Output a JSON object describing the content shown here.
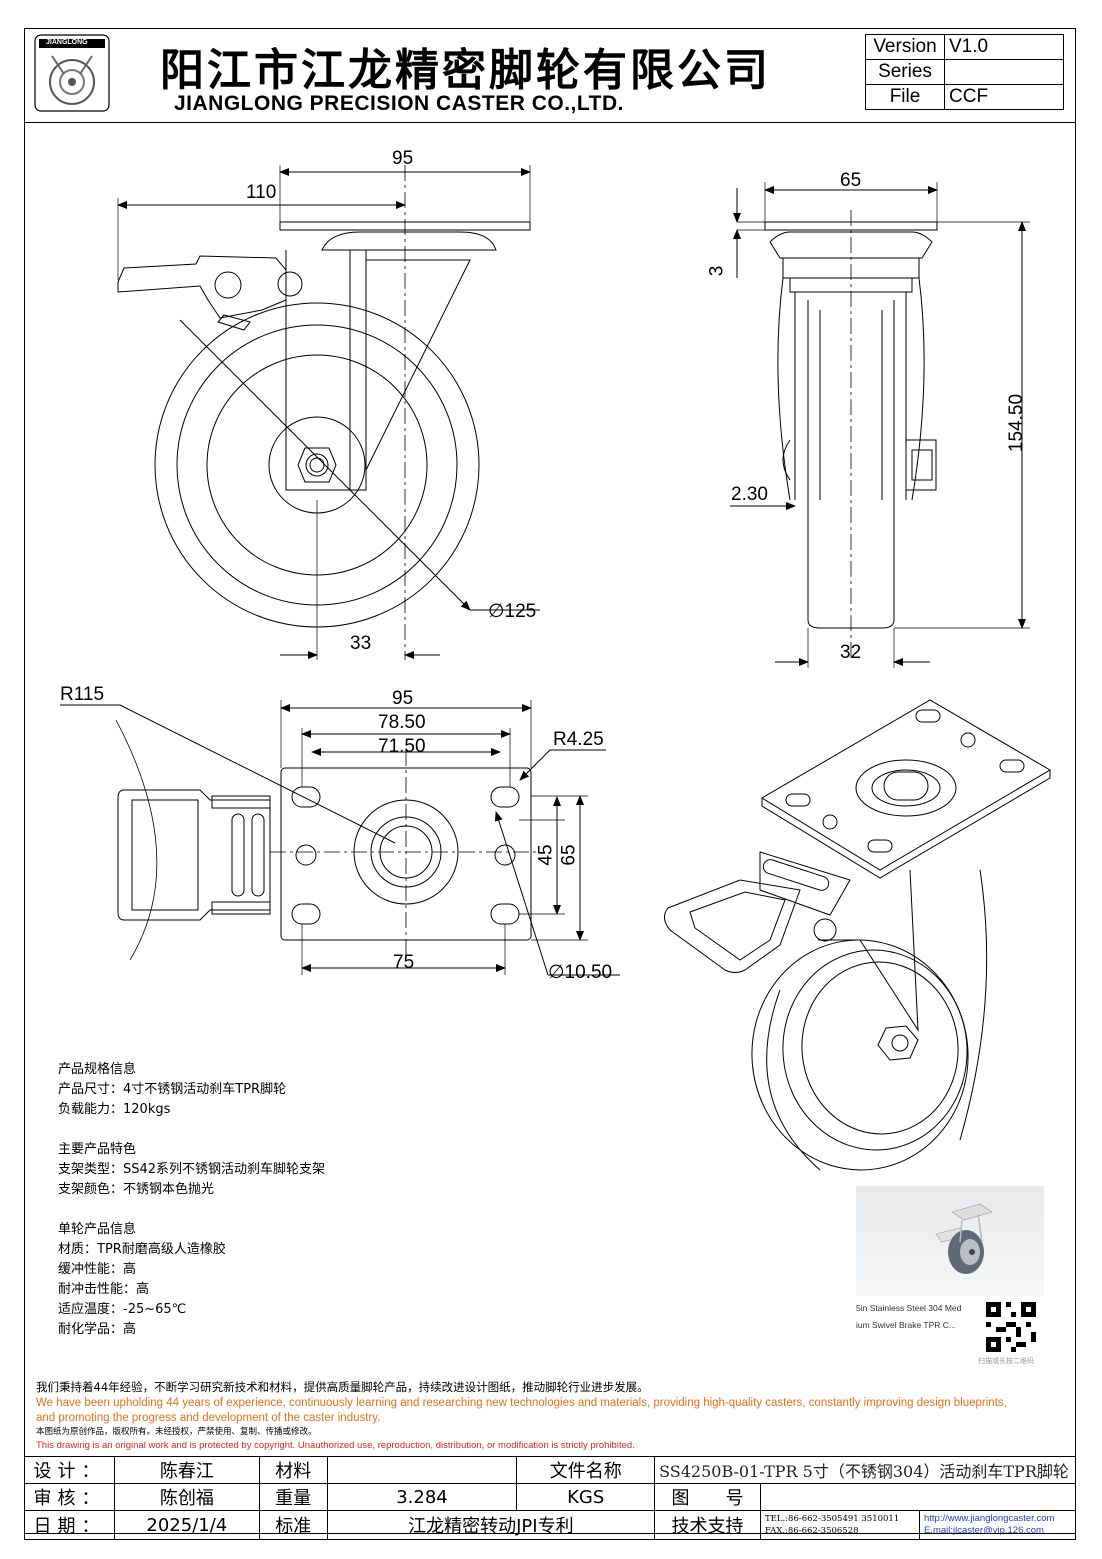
{
  "header": {
    "logo_text": "JIANGLONG",
    "company_cn": "阳江市江龙精密脚轮有限公司",
    "company_en": "JIANGLONG PRECISION CASTER CO.,LTD.",
    "version_label": "Version",
    "version_value": "V1.0",
    "series_label": "Series",
    "series_value": "",
    "file_label": "File",
    "file_value": "CCF"
  },
  "dimensions": {
    "front_top_width": "95",
    "front_overall": "110",
    "wheel_diameter": "∅125",
    "offset": "33",
    "side_top_width": "65",
    "plate_thickness": "3",
    "overall_height": "154.50",
    "clearance": "2.30",
    "wheel_width": "32",
    "brake_radius": "R115",
    "plate_width": "95",
    "hole_span_outer": "78.50",
    "hole_span_inner": "71.50",
    "corner_radius": "R4.25",
    "hole_v_inner": "45",
    "hole_v_outer": "65",
    "hole_span_bottom": "75",
    "hole_diameter": "∅10.50"
  },
  "spec": {
    "s1_title": "产品规格信息",
    "s1_l1": "产品尺寸：4寸不锈钢活动刹车TPR脚轮",
    "s1_l2": "负载能力：120kgs",
    "s2_title": "主要产品特色",
    "s2_l1": "支架类型：SS42系列不锈钢活动刹车脚轮支架",
    "s2_l2": "支架颜色：不锈钢本色抛光",
    "s3_title": "单轮产品信息",
    "s3_l1": "材质：TPR耐磨高级人造橡胶",
    "s3_l2": "缓冲性能：高",
    "s3_l3": "耐冲击性能：高",
    "s3_l4": "适应温度：-25~65℃",
    "s3_l5": "耐化学品：高"
  },
  "preview": {
    "caption_l1": "5in Stainless Steel 304 Med",
    "caption_l2": "ium Swivel Brake TPR C...",
    "qr_caption": "扫描或长按二维码"
  },
  "mission": {
    "cn": "我们秉持着44年经验，不断学习研究新技术和材料，提供高质量脚轮产品，持续改进设计图纸，推动脚轮行业进步发展。",
    "en_l1": "We have been upholding 44 years of experience, continuously learning and researching new technologies and materials, providing high-quality casters, constantly improving design blueprints,",
    "en_l2": "and promoting the progress and development of the caster industry.",
    "legal_cn": "本图纸为原创作品，版权所有。未经授权，严禁使用、复制、传播或修改。",
    "legal_en": "This drawing is an original work and is protected by copyright. Unauthorized use, reproduction, distribution, or modification is strictly prohibited."
  },
  "table": {
    "design_label": "设计：",
    "designer": "陈春江",
    "material_label": "材料",
    "material_value": "",
    "filename_label": "文件名称",
    "filename_value": "SS4250B-01-TPR 5寸（不锈钢304）活动刹车TPR脚轮",
    "review_label": "审核：",
    "reviewer": "陈创福",
    "weight_label": "重量",
    "weight_value": "3.284",
    "weight_unit": "KGS",
    "drawing_no_label": "图　　号",
    "drawing_no_value": "",
    "date_label": "日期：",
    "date_value": "2025/1/4",
    "standard_label": "标准",
    "standard_value": "江龙精密转动JPI专利",
    "support_label": "技术支持",
    "tel": "TEL.:86-662-3505491 3510011",
    "fax": "FAX.:86-662-3506528",
    "web": "http://www.jianglongcaster.com",
    "email": "E.mail:jlcaster@vip.126.com"
  }
}
